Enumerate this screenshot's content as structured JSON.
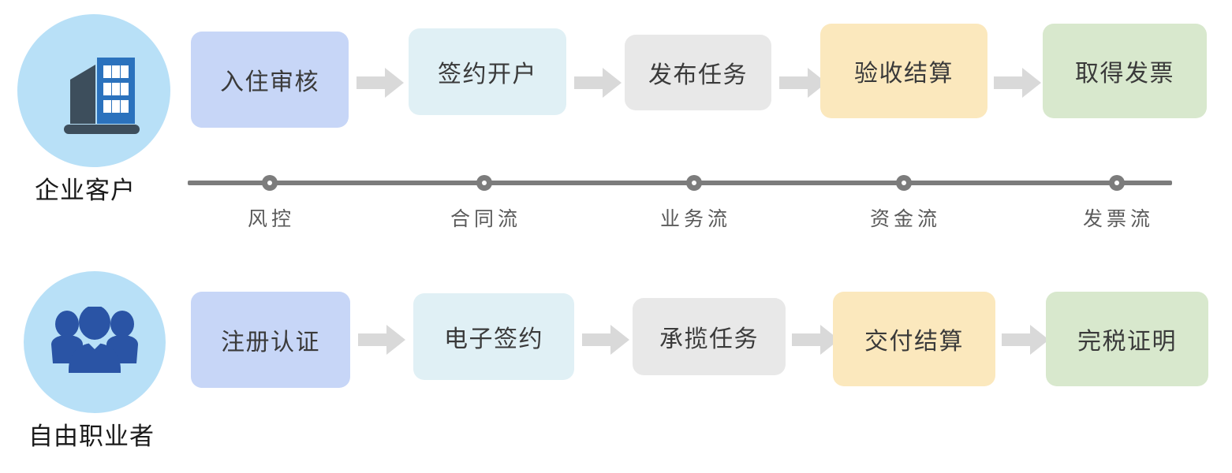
{
  "diagram": {
    "type": "two-lane-process-flow",
    "background": "#ffffff"
  },
  "lanes": [
    {
      "id": "enterprise",
      "label": "企业客户",
      "icon": "office-building-icon",
      "icon_circle_color": "#b8e0f7",
      "steps": [
        {
          "label": "入住审核",
          "color": "#c7d6f7"
        },
        {
          "label": "签约开户",
          "color": "#e0f0f5"
        },
        {
          "label": "发布任务",
          "color": "#e8e8e8"
        },
        {
          "label": "验收结算",
          "color": "#fbe8bd"
        },
        {
          "label": "取得发票",
          "color": "#d8e8cd"
        }
      ]
    },
    {
      "id": "freelancer",
      "label": "自由职业者",
      "icon": "people-group-icon",
      "icon_circle_color": "#b8e0f7",
      "steps": [
        {
          "label": "注册认证",
          "color": "#c7d6f7"
        },
        {
          "label": "电子签约",
          "color": "#e0f0f5"
        },
        {
          "label": "承揽任务",
          "color": "#e8e8e8"
        },
        {
          "label": "交付结算",
          "color": "#fbe8bd"
        },
        {
          "label": "完税证明",
          "color": "#d8e8cd"
        }
      ]
    }
  ],
  "timeline": {
    "line_color": "#7c7c7c",
    "dot_color": "#7c7c7c",
    "milestones": [
      {
        "label": "风控"
      },
      {
        "label": "合同流"
      },
      {
        "label": "业务流"
      },
      {
        "label": "资金流"
      },
      {
        "label": "发票流"
      }
    ]
  },
  "arrow": {
    "color": "#d9d9d9",
    "icon": "right-arrow-icon"
  }
}
